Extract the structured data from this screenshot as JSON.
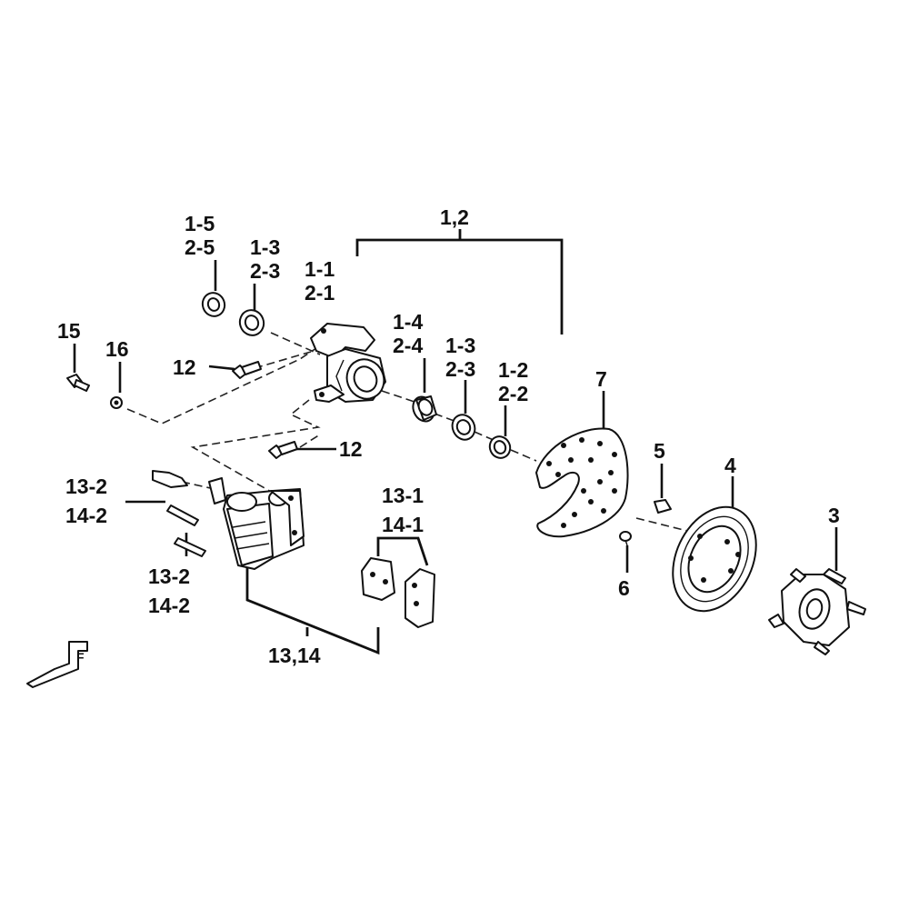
{
  "callouts": {
    "c_1_5": "1-5",
    "c_2_5": "2-5",
    "c_1_3a": "1-3",
    "c_2_3a": "2-3",
    "c_1_1": "1-1",
    "c_2_1": "2-1",
    "c_1_2_group": "1,2",
    "c_1_4": "1-4",
    "c_2_4": "2-4",
    "c_1_3b": "1-3",
    "c_2_3b": "2-3",
    "c_1_2": "1-2",
    "c_2_2": "2-2",
    "c_15": "15",
    "c_16": "16",
    "c_12a": "12",
    "c_12b": "12",
    "c_7": "7",
    "c_5": "5",
    "c_4": "4",
    "c_3": "3",
    "c_6": "6",
    "c_13_2a": "13-2",
    "c_14_2a": "14-2",
    "c_13_2b": "13-2",
    "c_14_2b": "14-2",
    "c_13_1": "13-1",
    "c_14_1": "14-1",
    "c_13_14": "13,14"
  },
  "front_mark": "F",
  "colors": {
    "ink": "#111111",
    "background": "#ffffff"
  }
}
